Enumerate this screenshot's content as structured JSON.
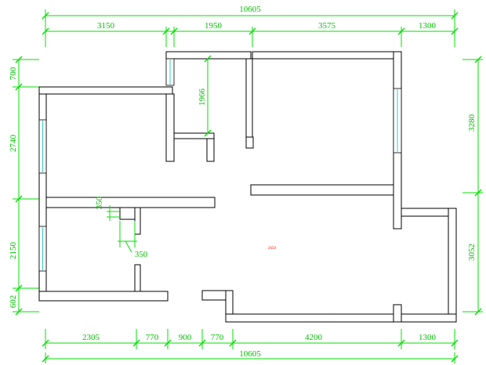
{
  "dimensions": {
    "top_total": "10605",
    "top_1": "3150",
    "top_2": "1950",
    "top_3": "3575",
    "top_4": "1300",
    "bottom_total": "10605",
    "bottom_1": "2305",
    "bottom_2": "770",
    "bottom_3": "900",
    "bottom_4": "770",
    "bottom_5": "4200",
    "bottom_6": "1300",
    "left_1": "700",
    "left_2": "2740",
    "left_3": "2150",
    "left_4": "602",
    "right_1": "3280",
    "right_2": "3052",
    "inner_vertical": "1966",
    "inner_small_1": "350",
    "inner_small_2": "350"
  },
  "annotation": "2650",
  "colors": {
    "dimension": "#00c000",
    "wall": "#000000",
    "window_glass": "#33cccc",
    "annotation": "#ff0000"
  }
}
